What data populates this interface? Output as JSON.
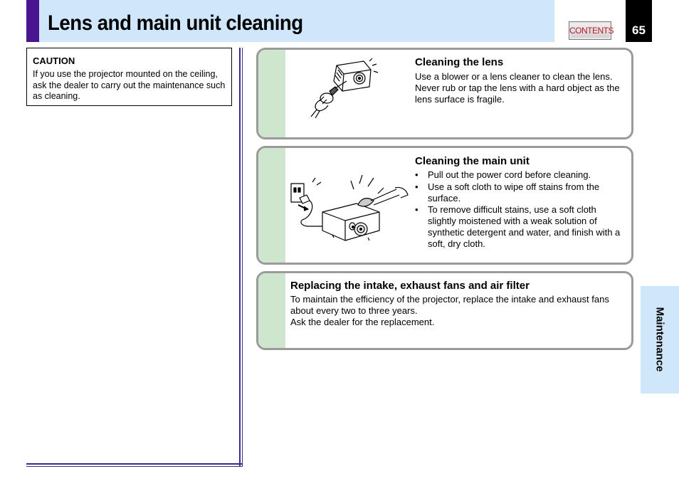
{
  "header": {
    "title": "Lens and main unit cleaning",
    "contents_label": "CONTENTS",
    "page_number": "65"
  },
  "caution": {
    "title": "CAUTION",
    "text": "If you use the projector mounted on the ceiling, ask the dealer to carry out the maintenance such as cleaning."
  },
  "sections": {
    "lens": {
      "title": "Cleaning the lens",
      "text": "Use a blower or a lens cleaner to clean the lens. Never rub or tap the lens with a hard object as the lens surface is fragile."
    },
    "main_unit": {
      "title": "Cleaning the main unit",
      "bullets": [
        "Pull out the power cord before cleaning.",
        "Use a soft cloth to wipe off stains from the surface.",
        "To remove difficult stains, use a soft cloth slightly moistened with a weak solution of synthetic detergent and water, and finish with a soft, dry cloth."
      ]
    },
    "fans": {
      "title": "Replacing the intake, exhaust fans and air filter",
      "paragraphs": [
        "To maintain the efficiency of the projector, replace the intake and exhaust fans about every two to three years.",
        "Ask the dealer for the replacement."
      ]
    }
  },
  "side_tab": {
    "label": "Maintenance"
  },
  "colors": {
    "title_bar": "#cfe6fb",
    "title_accent": "#4b1590",
    "panel_strip": "#cde6cd",
    "panel_border": "#9a9a9a",
    "contents_text": "#c0142b",
    "rule": "#3a2b8e"
  }
}
